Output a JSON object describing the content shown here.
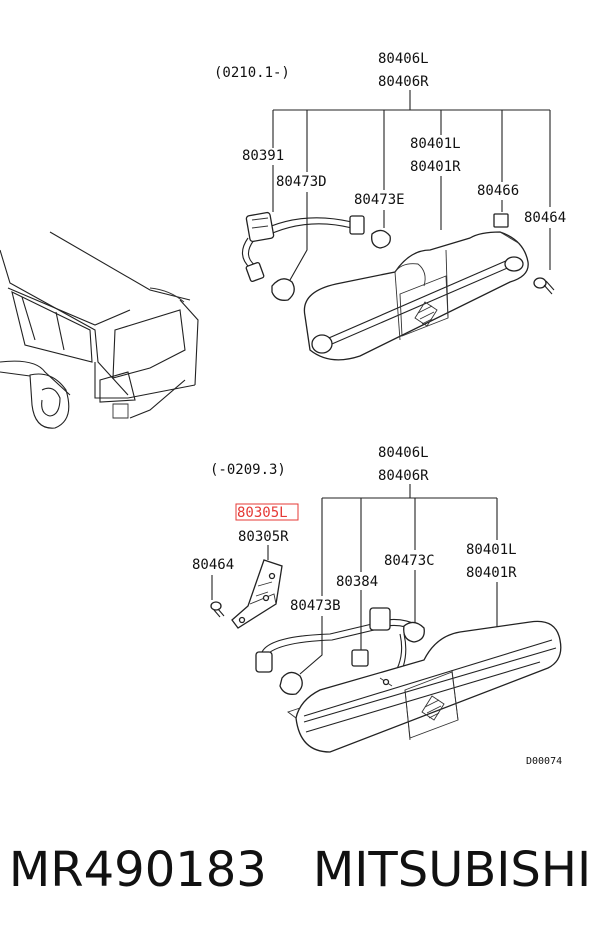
{
  "diagram": {
    "upper_group": {
      "date_range": "(0210.1-)",
      "labels": {
        "assy_l": "80406L",
        "assy_r": "80406R",
        "socket_harness": "80391",
        "bulb_d": "80473D",
        "bulb_e": "80473E",
        "lens_l": "80401L",
        "lens_r": "80401R",
        "nut": "80466",
        "screw": "80464"
      }
    },
    "lower_group": {
      "date_range": "(-0209.3)",
      "labels": {
        "assy_l": "80406L",
        "assy_r": "80406R",
        "bracket_l": "80305L",
        "bracket_r": "80305R",
        "screw": "80464",
        "clip": "80384",
        "bulb_c": "80473C",
        "bulb_b": "80473B",
        "lens_l": "80401L",
        "lens_r": "80401R"
      },
      "highlighted_label_color": "#e53935"
    },
    "drawing_code": "D00074"
  },
  "caption": {
    "part_number": "MR490183",
    "brand": "MITSUBISHI"
  }
}
